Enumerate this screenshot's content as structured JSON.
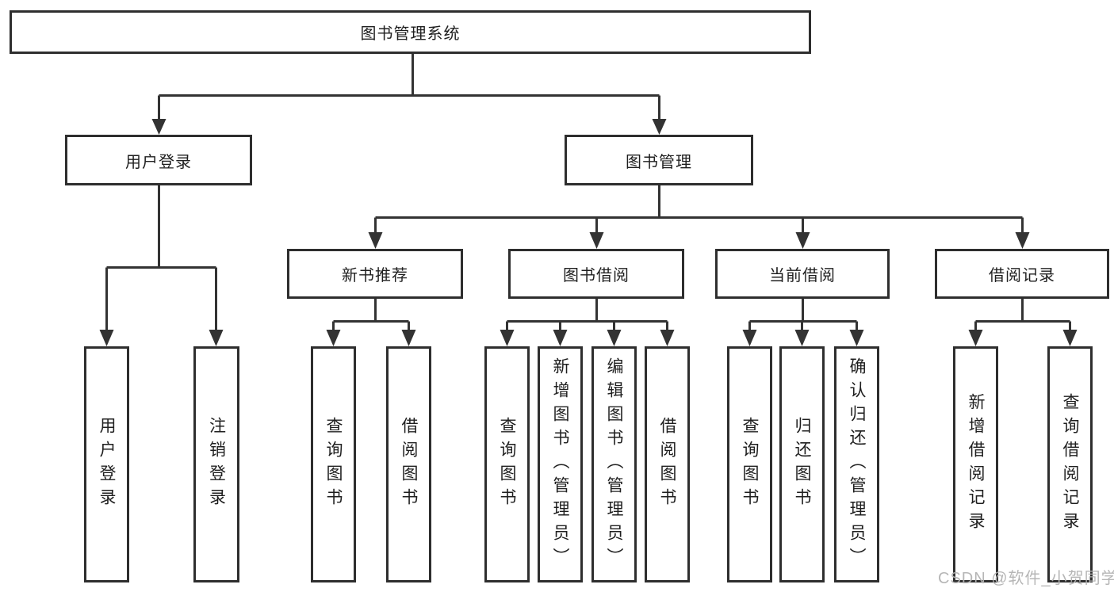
{
  "diagram": {
    "root": {
      "label": "图书管理系统"
    },
    "branches": {
      "user_login": {
        "label": "用户登录",
        "children": [
          {
            "label": "用户登录"
          },
          {
            "label": "注销登录"
          }
        ]
      },
      "book_management": {
        "label": "图书管理",
        "groups": [
          {
            "label": "新书推荐",
            "children": [
              {
                "label": "查询图书"
              },
              {
                "label": "借阅图书"
              }
            ]
          },
          {
            "label": "图书借阅",
            "children": [
              {
                "label": "查询图书"
              },
              {
                "label": "新增图书（管理员）"
              },
              {
                "label": "编辑图书（管理员）"
              },
              {
                "label": "借阅图书"
              }
            ]
          },
          {
            "label": "当前借阅",
            "children": [
              {
                "label": "查询图书"
              },
              {
                "label": "归还图书"
              },
              {
                "label": "确认归还（管理员）"
              }
            ]
          },
          {
            "label": "借阅记录",
            "children": [
              {
                "label": "新增借阅记录"
              },
              {
                "label": "查询借阅记录"
              }
            ]
          }
        ]
      }
    },
    "watermark": "CSDN @软件_小贺同学",
    "colors": {
      "line": "#333333",
      "box_border": "#2e2e2e",
      "text": "#1f1f1f",
      "watermark": "#b3b3b3"
    }
  }
}
